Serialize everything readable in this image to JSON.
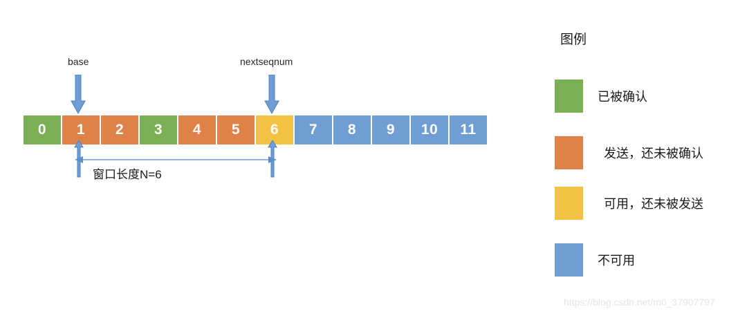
{
  "diagram": {
    "title_watermark": "https://blog.csdn.net/m0_37907797",
    "sequence": {
      "cells": [
        {
          "label": "0",
          "state": "acked"
        },
        {
          "label": "1",
          "state": "sent"
        },
        {
          "label": "2",
          "state": "sent"
        },
        {
          "label": "3",
          "state": "acked"
        },
        {
          "label": "4",
          "state": "sent"
        },
        {
          "label": "5",
          "state": "sent"
        },
        {
          "label": "6",
          "state": "usable"
        },
        {
          "label": "7",
          "state": "unusable"
        },
        {
          "label": "8",
          "state": "unusable"
        },
        {
          "label": "9",
          "state": "unusable"
        },
        {
          "label": "10",
          "state": "unusable"
        },
        {
          "label": "11",
          "state": "unusable"
        }
      ]
    },
    "pointers": {
      "base_label": "base",
      "base_index": 1,
      "nextseqnum_label": "nextseqnum",
      "nextseqnum_index": 6
    },
    "window": {
      "length_label": "窗口长度N=6",
      "length_value": 6,
      "start_index": 1,
      "end_index": 6
    },
    "legend": {
      "title": "图例",
      "items": [
        {
          "label": "已被确认",
          "color": "#7BAF54"
        },
        {
          "label": "发送，还未被确认",
          "color": "#E0814A"
        },
        {
          "label": "可用，还未被发送",
          "color": "#F3C243"
        },
        {
          "label": "不可用",
          "color": "#6F9DD4"
        }
      ]
    },
    "colors": {
      "acked": "#7BAF54",
      "sent": "#E0814A",
      "usable": "#F3C243",
      "unusable": "#6F9DD4",
      "arrow": "#6F9DD4",
      "arrow_stroke": "#4B7FC0"
    }
  }
}
